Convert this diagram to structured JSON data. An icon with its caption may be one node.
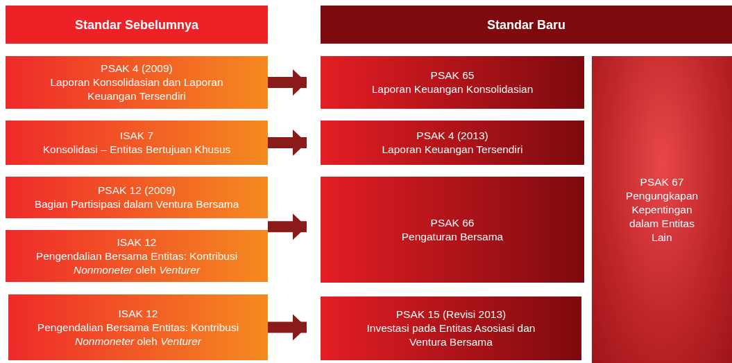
{
  "diagram": {
    "nodes": [
      {
        "text": [
          "Standar Sebelumnya"
        ]
      },
      {
        "text": [
          "Standar Baru"
        ]
      },
      {
        "text": [
          "PSAK 4 (2009)",
          "Laporan Konsolidasian dan Laporan Keuangan Tersendiri"
        ]
      },
      {
        "text": [
          "PSAK 65",
          "Laporan Keuangan Konsolidasian"
        ]
      },
      {
        "text": [
          "PSAK 67",
          "Pengungkapan Kepentingan dalam Entitas Lain"
        ]
      },
      {
        "text": [
          "ISAK 7",
          "Konsolidasi – Entitas Bertujuan Khusus"
        ]
      },
      {
        "text": [
          "PSAK 4 (2013)",
          "Laporan Keuangan Tersendiri"
        ]
      },
      {
        "text": [
          "PSAK 12 (2009)",
          "Bagian Partisipasi dalam Ventura Bersama"
        ]
      },
      {
        "text": [
          "PSAK 66",
          "Pengaturan Bersama"
        ]
      },
      {
        "text": [
          "ISAK 12",
          "Pengendalian Bersama Entitas: Kontribusi *Nonmoneter* oleh *Venturer*"
        ]
      },
      {
        "text": [
          "ISAK 12",
          "Pengendalian Bersama Entitas: Kontribusi *Nonmoneter* oleh *Venturer*"
        ]
      },
      {
        "text": [
          "PSAK 15 (Revisi 2013)",
          "Investasi pada Entitas Asosiasi dan Ventura Bersama"
        ]
      }
    ],
    "edges": [
      {
        "from": 2,
        "to": 3,
        "arrow": "to"
      },
      {
        "from": 5,
        "to": 6,
        "arrow": "to"
      },
      {
        "from": 7,
        "to": 8,
        "arrow": "to"
      },
      {
        "from": 9,
        "to": 8,
        "arrow": "to"
      },
      {
        "from": 10,
        "to": 11,
        "arrow": "to"
      }
    ]
  }
}
